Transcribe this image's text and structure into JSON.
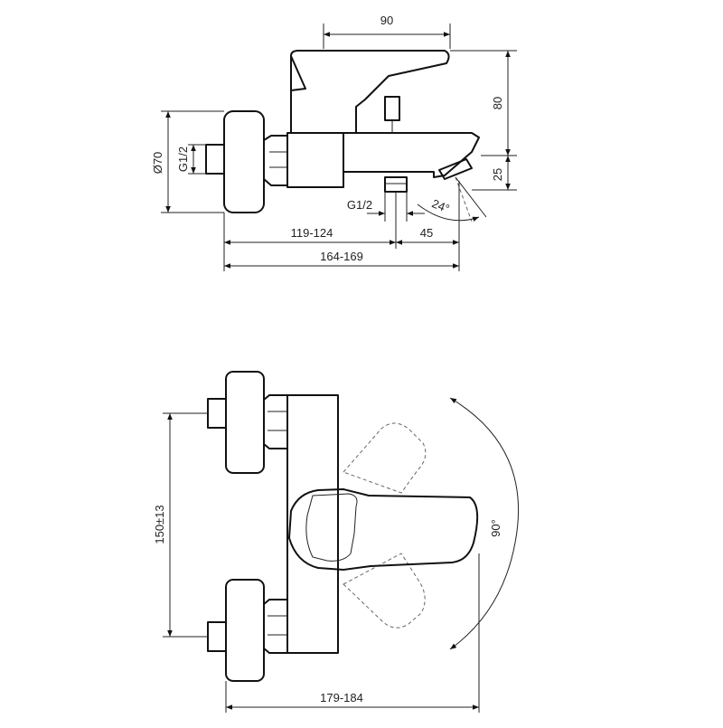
{
  "side_view": {
    "dim_lever_depth": "90",
    "dim_height_total": "80",
    "dim_spout_drop": "25",
    "dim_rosette_diameter": "Ø70",
    "dim_thread_inlet": "G1/2",
    "dim_thread_outlet": "G1/2",
    "dim_spout_angle": "24°",
    "dim_projection_body": "119-124",
    "dim_spout_offset": "45",
    "dim_projection_total": "164-169"
  },
  "front_view": {
    "dim_centres": "150±13",
    "dim_rotation": "90°",
    "dim_overall_width": "179-184"
  },
  "colors": {
    "line": "#111111",
    "phantom": "#666666",
    "background": "#ffffff"
  }
}
